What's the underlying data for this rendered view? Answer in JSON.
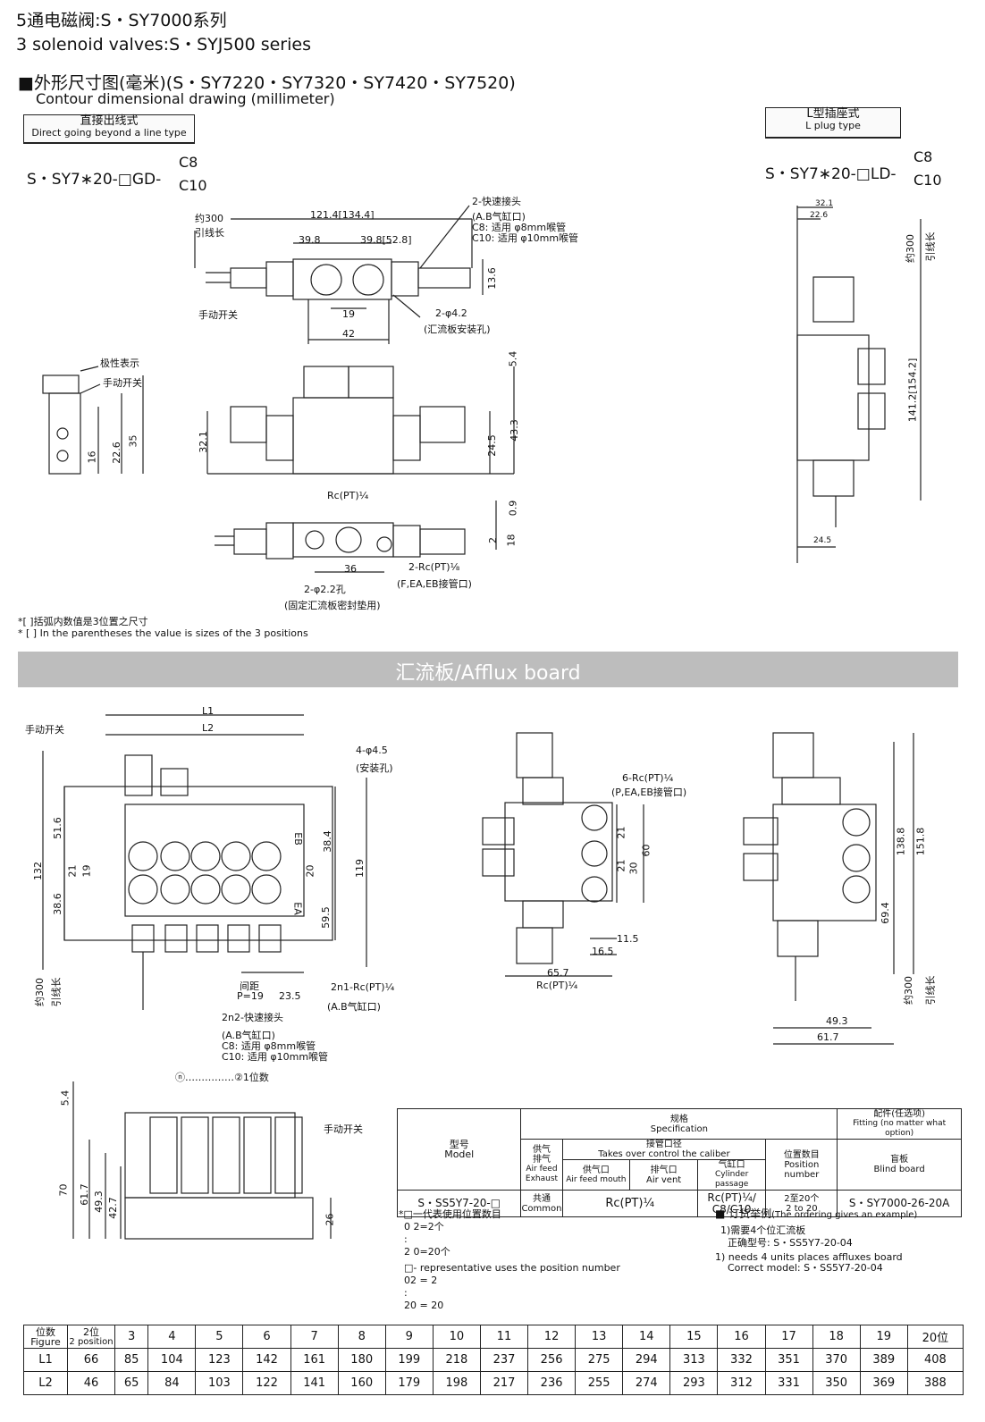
{
  "header": {
    "title_cn": "5通电磁阀:S・SY7000系列",
    "title_en": "3 solenoid valves:S・SYJ500 series",
    "contour_cn": "■外形尺寸图(毫米)(S・SY7220・SY7320・SY7420・SY7520)",
    "contour_en": "Contour dimensional drawing (millimeter)"
  },
  "direct_box": {
    "cn": "直接出线式",
    "en": "Direct going beyond a line type"
  },
  "lplug_box": {
    "cn": "L型插座式",
    "en": "L plug type"
  },
  "model_gd": {
    "prefix": "S・SY7∗20-□GD-",
    "c8": "C8",
    "c10": "C10"
  },
  "model_ld": {
    "prefix": "S・SY7∗20-□LD-",
    "c8": "C8",
    "c10": "C10"
  },
  "top_dims": {
    "yue300": "约300",
    "yinxian": "引线长",
    "d121": "121.4[134.4]",
    "d398a": "39.8",
    "d398b": "39.8[52.8]",
    "d19": "19",
    "d42": "42",
    "d136": "13.6",
    "manual": "手动开关",
    "quick": "2-快速接头",
    "ab": "(A.B气缸口)",
    "c8": "C8: 适用 φ8mm喉管",
    "c10": "C10: 适用 φ10mm喉管",
    "hole": "2-φ4.2",
    "hole_note": "(汇流板安装孔)"
  },
  "side_dims": {
    "polarity": "极性表示",
    "manual": "手动开关",
    "d16": "16",
    "d226": "22.6",
    "d35": "35",
    "d321": "32.1",
    "d245": "24.5",
    "d433": "43.3",
    "d54": "5.4"
  },
  "bottom_dims": {
    "rc": "Rc(PT)¼",
    "d09": "0.9",
    "d2": "2",
    "d18": "18",
    "d36": "36",
    "rc2": "2-Rc(PT)⅛",
    "fea": "(F,EA,EB接管口)",
    "hole22": "2-φ2.2孔",
    "seal": "(固定汇流板密封垫用)"
  },
  "right_dims": {
    "d321": "32.1",
    "d226": "22.6",
    "yue300": "约300",
    "yinxian": "引线长",
    "d1412": "141.2[154.2]",
    "d245": "24.5"
  },
  "notes": {
    "cn": "*[ ]括弧内数值是3位置之尺寸",
    "en": "* [ ] In the parentheses the value is sizes of the 3 positions"
  },
  "banner": "汇流板/Afflux board",
  "afflux": {
    "manual": "手动开关",
    "L1": "L1",
    "L2": "L2",
    "hole45": "4-φ4.5",
    "install": "(安装孔)",
    "d516": "51.6",
    "d132": "132",
    "d21": "21",
    "d19": "19",
    "d386": "38.6",
    "d384": "38.4",
    "d20": "20",
    "d119": "119",
    "d595": "59.5",
    "eb": "EB",
    "ea": "EA",
    "yue300": "约300",
    "yinxian": "引线长",
    "spacing": "间距",
    "p19": "P=19",
    "d235": "23.5",
    "n1": "2n1-Rc(PT)¼",
    "ab1": "(A.B气缸口)",
    "n2": "2n2-快速接头",
    "ab2": "(A.B气缸口)",
    "c8": "C8: 适用 φ8mm喉管",
    "c10": "C10: 适用 φ10mm喉管",
    "pos": "ⓝ……………②1位数"
  },
  "afflux_side": {
    "rc6": "6-Rc(PT)¼",
    "pea": "(P,EA,EB接管口)",
    "d21a": "21",
    "d21b": "21",
    "d60": "60",
    "d30": "30",
    "d115": "11.5",
    "d165": "16.5",
    "d657": "65.7",
    "rc": "Rc(PT)¼"
  },
  "afflux_right": {
    "d1388": "138.8",
    "d1518": "151.8",
    "d694": "69.4",
    "yue300": "约300",
    "yinxian": "引线长",
    "d493": "49.3",
    "d617": "61.7"
  },
  "afflux_front": {
    "d54": "5.4",
    "manual": "手动开关",
    "d70": "70",
    "d617": "61.7",
    "d493": "49.3",
    "d427": "42.7",
    "d26": "26"
  },
  "spec_table": {
    "model_cn": "型号",
    "model_en": "Model",
    "spec_cn": "规格",
    "spec_en": "Specification",
    "fit_cn": "配件(任选项)",
    "fit_en": "Fitting (no matter what option)",
    "air_cn": "供气",
    "exh_cn": "排气",
    "air_en": "Air feed",
    "exh_en": "Exhaust",
    "caliber_cn": "接管口径",
    "caliber_en": "Takes over control the caliber",
    "mouth_cn": "供气口",
    "mouth_en": "Air feed mouth",
    "vent_cn": "排气口",
    "vent_en": "Air vent",
    "cyl_cn": "气缸口",
    "cyl_en": "Cylinder passage",
    "posn_cn": "位置数目",
    "posn_en1": "Position",
    "posn_en2": "number",
    "blind_cn": "盲板",
    "blind_en": "Blind board",
    "row_model": "S・SS5Y7-20-□",
    "row_common_cn": "共通",
    "row_common_en": "Common",
    "row_rc": "Rc(PT)¼",
    "row_cyl1": "Rc(PT)¼/",
    "row_cyl2": "C8/C10",
    "row_pos1": "2至20个",
    "row_pos2": "2 to 20",
    "row_blind": "S・SY7000-26-20A"
  },
  "repr_notes": {
    "l1": "*□一代表使用位置数目",
    "l2": "0 2=2个",
    "l3": ":",
    "l4": "2 0=20个",
    "l5": "□- representative uses the position number",
    "l6": "02 = 2",
    "l7": ":",
    "l8": "20 = 20"
  },
  "order": {
    "title": "■ 订货举例",
    "title_en": "(The ordering gives an example)",
    "l1": "1)需要4个位汇流板",
    "l2": "正确型号: S・SS5Y7-20-04",
    "l3": "1) needs 4 units places affluxes board",
    "l4": "Correct model: S・SS5Y7-20-04"
  },
  "position_table": {
    "h_cn": "位数",
    "h_en": "Figure",
    "first_cn": "2位",
    "first_en": "2 position",
    "figures": [
      "3",
      "4",
      "5",
      "6",
      "7",
      "8",
      "9",
      "10",
      "11",
      "12",
      "13",
      "14",
      "15",
      "16",
      "17",
      "18",
      "19",
      "20位"
    ],
    "L1_label": "L1",
    "L2_label": "L2",
    "L1": [
      "66",
      "85",
      "104",
      "123",
      "142",
      "161",
      "180",
      "199",
      "218",
      "237",
      "256",
      "275",
      "294",
      "313",
      "332",
      "351",
      "370",
      "389",
      "408"
    ],
    "L2": [
      "46",
      "65",
      "84",
      "103",
      "122",
      "141",
      "160",
      "179",
      "198",
      "217",
      "236",
      "255",
      "274",
      "293",
      "312",
      "331",
      "350",
      "369",
      "388"
    ]
  }
}
